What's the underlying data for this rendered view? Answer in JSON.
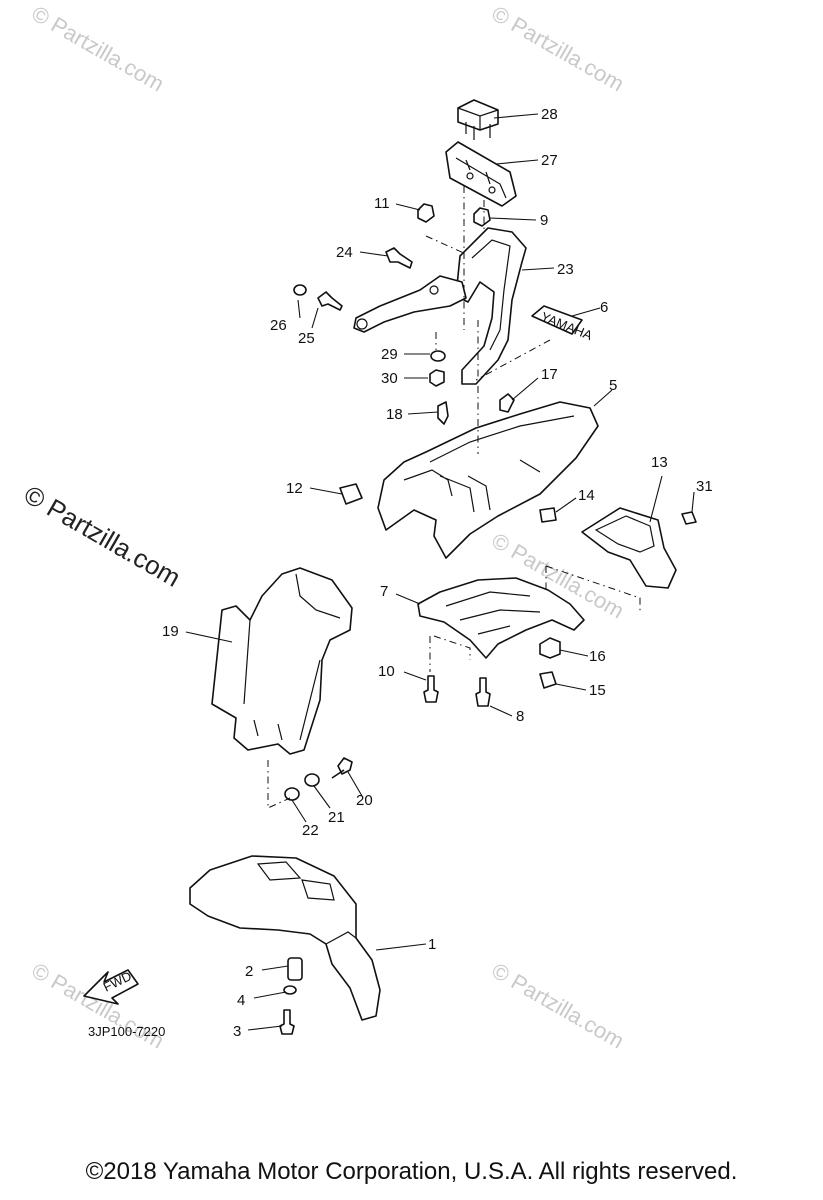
{
  "watermarks": {
    "small": "© Partzilla.com",
    "large": "© Partzilla.com"
  },
  "diagram_code": "3JP100-7220",
  "fwd_label": "FWD",
  "copyright": "©2018  Yamaha Motor Corporation, U.S.A. All rights reserved.",
  "decal_text": "YAMAHA",
  "callouts": [
    "1",
    "2",
    "3",
    "4",
    "5",
    "6",
    "7",
    "8",
    "9",
    "10",
    "11",
    "12",
    "13",
    "14",
    "15",
    "16",
    "17",
    "18",
    "19",
    "20",
    "21",
    "22",
    "23",
    "24",
    "25",
    "26",
    "27",
    "28",
    "29",
    "30",
    "31"
  ]
}
